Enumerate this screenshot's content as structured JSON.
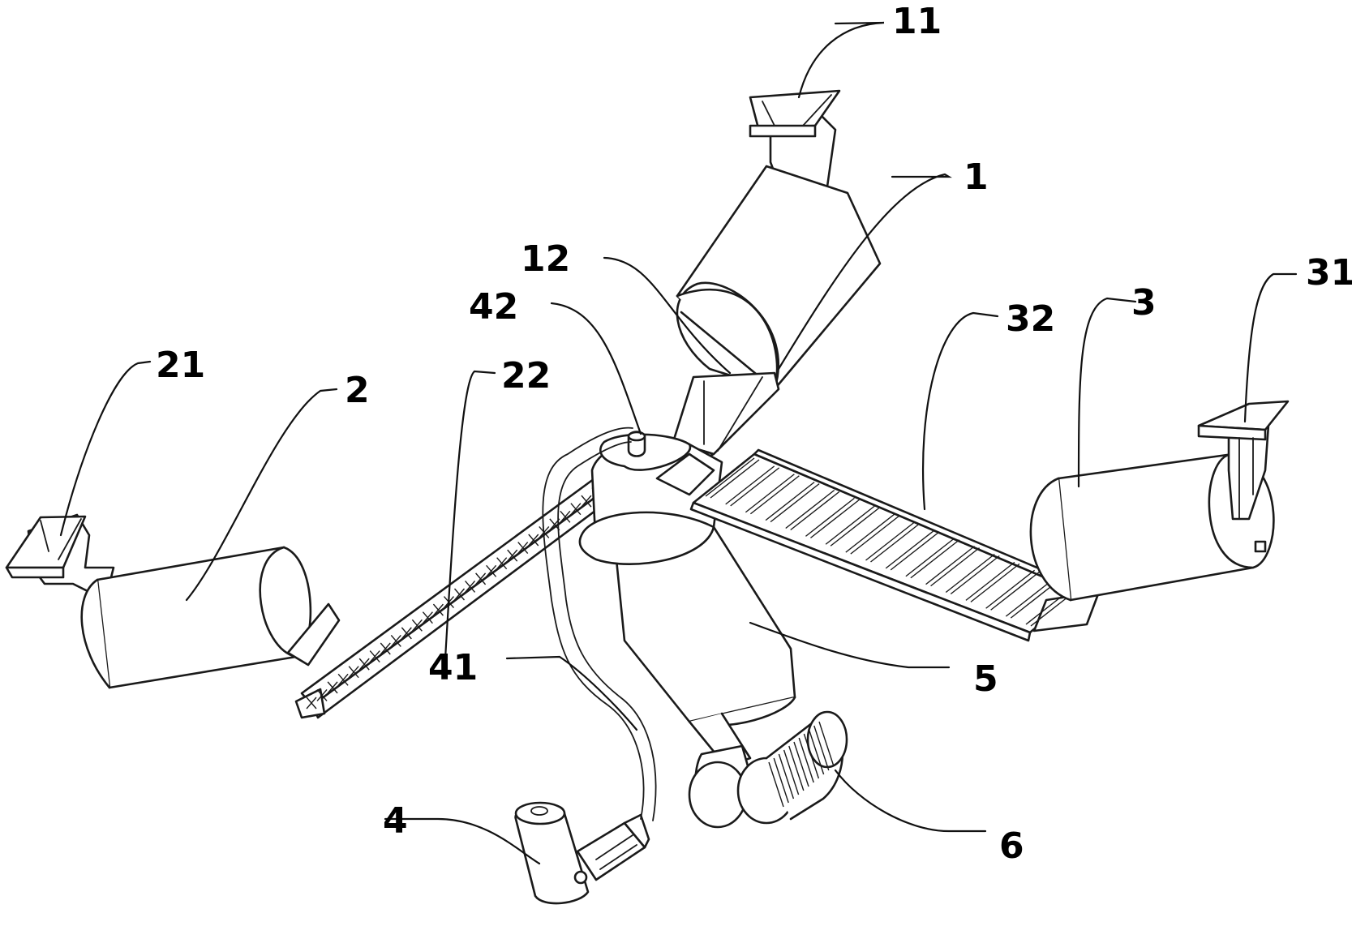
{
  "figure": {
    "labels": [
      {
        "id": "label-1",
        "text": "1"
      },
      {
        "id": "label-2",
        "text": "2"
      },
      {
        "id": "label-3",
        "text": "3"
      },
      {
        "id": "label-4",
        "text": "4"
      },
      {
        "id": "label-5",
        "text": "5"
      },
      {
        "id": "label-6",
        "text": "6"
      },
      {
        "id": "label-11",
        "text": "11"
      },
      {
        "id": "label-12",
        "text": "12"
      },
      {
        "id": "label-21",
        "text": "21"
      },
      {
        "id": "label-22",
        "text": "22"
      },
      {
        "id": "label-31",
        "text": "31"
      },
      {
        "id": "label-32",
        "text": "32"
      },
      {
        "id": "label-41",
        "text": "41"
      },
      {
        "id": "label-42",
        "text": "42"
      }
    ]
  }
}
